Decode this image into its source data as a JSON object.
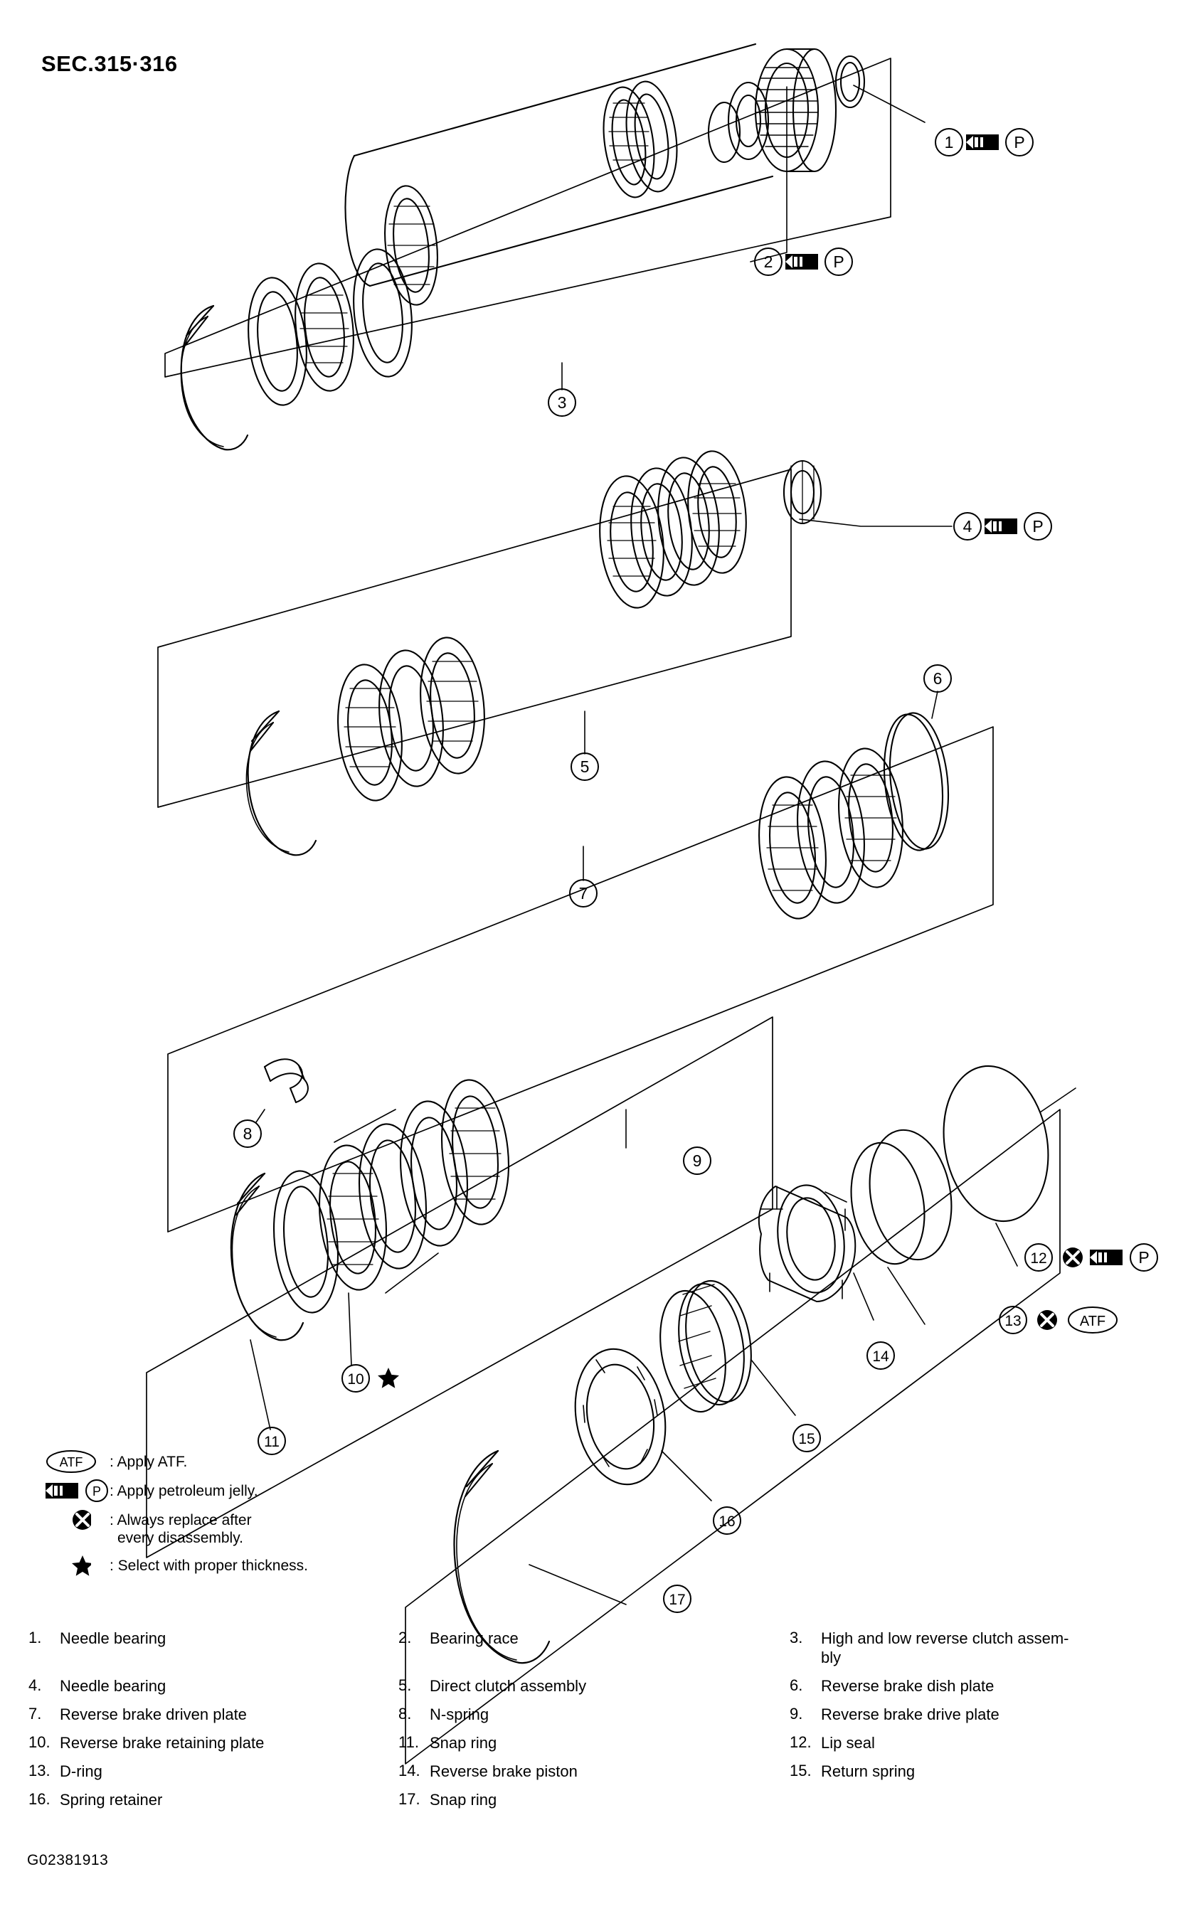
{
  "section": {
    "title": "SEC.315·316",
    "figure_code": "G02381913"
  },
  "legend": [
    {
      "symbol": "atf-oval",
      "text": ": Apply ATF."
    },
    {
      "symbol": "petroleum-jelly",
      "text": ": Apply petroleum jelly."
    },
    {
      "symbol": "replace-x-circle",
      "text": ": Always replace after\nevery disassembly."
    },
    {
      "symbol": "star",
      "text": ": Select with proper thickness."
    }
  ],
  "legend_lines": {
    "atf": ": Apply ATF.",
    "jelly": ": Apply petroleum jelly.",
    "replace_1": ": Always replace after",
    "replace_2": "every disassembly.",
    "star": ": Select with proper thickness."
  },
  "parts": [
    {
      "num": "1.",
      "label": "Needle bearing"
    },
    {
      "num": "2.",
      "label": "Bearing race"
    },
    {
      "num": "3.",
      "label": "High and low reverse clutch assem-\nbly"
    },
    {
      "num": "4.",
      "label": "Needle bearing"
    },
    {
      "num": "5.",
      "label": "Direct clutch assembly"
    },
    {
      "num": "6.",
      "label": "Reverse brake dish plate"
    },
    {
      "num": "7.",
      "label": "Reverse brake driven plate"
    },
    {
      "num": "8.",
      "label": "N-spring"
    },
    {
      "num": "9.",
      "label": "Reverse brake drive plate"
    },
    {
      "num": "10.",
      "label": "Reverse brake retaining plate"
    },
    {
      "num": "11.",
      "label": "Snap ring"
    },
    {
      "num": "12.",
      "label": "Lip seal"
    },
    {
      "num": "13.",
      "label": "D-ring"
    },
    {
      "num": "14.",
      "label": "Reverse brake piston"
    },
    {
      "num": "15.",
      "label": "Return spring"
    },
    {
      "num": "16.",
      "label": "Spring retainer"
    },
    {
      "num": "17.",
      "label": "Snap ring"
    }
  ],
  "parts_split": {
    "p3_line1": "High and low reverse clutch assem-",
    "p3_line2": "bly"
  },
  "callouts": [
    {
      "id": "1",
      "number": "1",
      "marks": [
        "petroleum-jelly",
        "P"
      ]
    },
    {
      "id": "2",
      "number": "2",
      "marks": [
        "petroleum-jelly",
        "P"
      ]
    },
    {
      "id": "3",
      "number": "3",
      "marks": []
    },
    {
      "id": "4",
      "number": "4",
      "marks": [
        "petroleum-jelly",
        "P"
      ]
    },
    {
      "id": "5",
      "number": "5",
      "marks": []
    },
    {
      "id": "6",
      "number": "6",
      "marks": []
    },
    {
      "id": "7",
      "number": "7",
      "marks": []
    },
    {
      "id": "8",
      "number": "8",
      "marks": []
    },
    {
      "id": "9",
      "number": "9",
      "marks": []
    },
    {
      "id": "10",
      "number": "10",
      "marks": [
        "star"
      ]
    },
    {
      "id": "11",
      "number": "11",
      "marks": []
    },
    {
      "id": "12",
      "number": "12",
      "marks": [
        "replace-x-circle",
        "petroleum-jelly",
        "P"
      ]
    },
    {
      "id": "13",
      "number": "13",
      "marks": [
        "replace-x-circle",
        "ATF"
      ]
    },
    {
      "id": "14",
      "number": "14",
      "marks": []
    },
    {
      "id": "15",
      "number": "15",
      "marks": []
    },
    {
      "id": "16",
      "number": "16",
      "marks": []
    },
    {
      "id": "17",
      "number": "17",
      "marks": []
    }
  ],
  "symbol_labels": {
    "atf": "ATF",
    "p": "P"
  },
  "colors": {
    "ink": "#000000",
    "paper": "#ffffff"
  }
}
